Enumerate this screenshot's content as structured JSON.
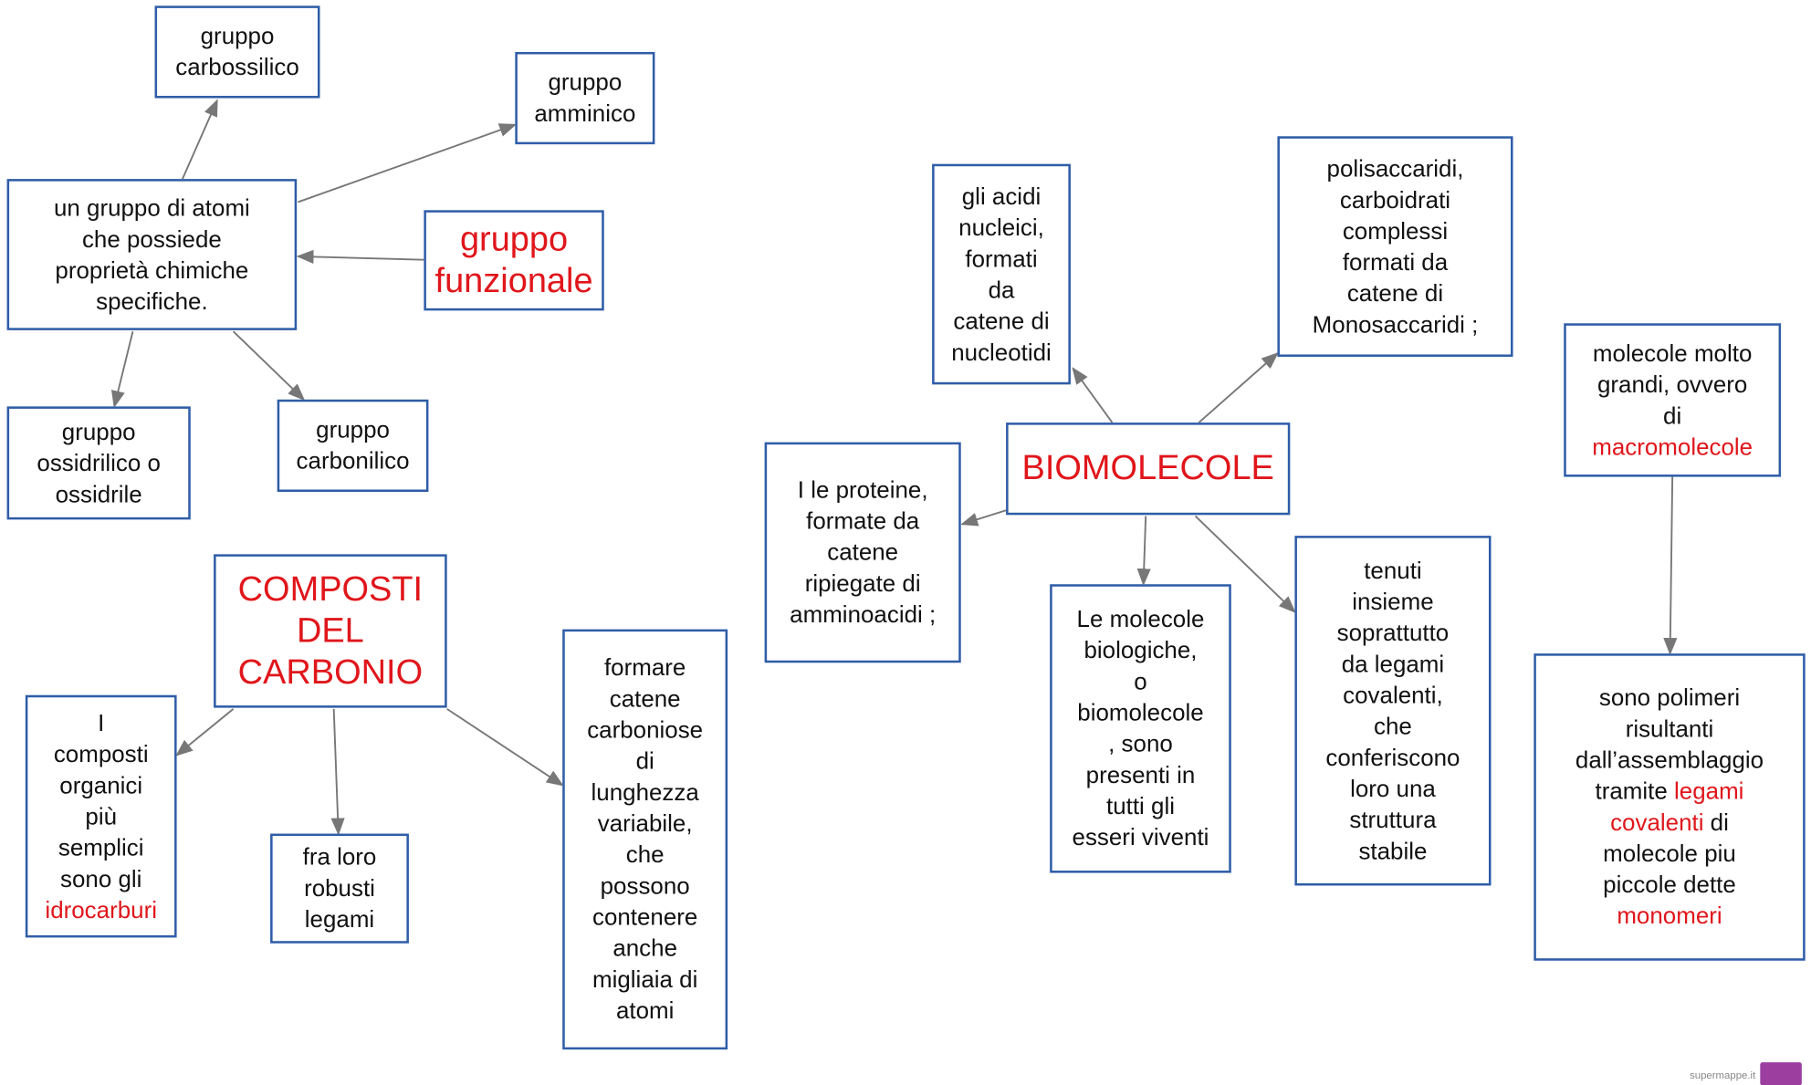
{
  "colors": {
    "border": "#2f5da8",
    "highlight": "#e0161b",
    "arrow": "#777777"
  },
  "boxes": [
    {
      "id": "gruppo-carbossilico",
      "lines": [
        [
          {
            "text": "gruppo"
          }
        ],
        [
          {
            "text": "carbossilico"
          }
        ]
      ]
    },
    {
      "id": "gruppo-amminico",
      "lines": [
        [
          {
            "text": "gruppo"
          }
        ],
        [
          {
            "text": "amminico"
          }
        ]
      ]
    },
    {
      "id": "definizione-gruppo",
      "lines": [
        [
          {
            "text": "un gruppo di atomi"
          }
        ],
        [
          {
            "text": "che possiede"
          }
        ],
        [
          {
            "text": "proprietà chimiche"
          }
        ],
        [
          {
            "text": "specifiche."
          }
        ]
      ]
    },
    {
      "id": "gruppo-funzionale",
      "title": true,
      "lines": [
        [
          {
            "text": "gruppo",
            "hl": true
          }
        ],
        [
          {
            "text": "funzionale",
            "hl": true
          }
        ]
      ]
    },
    {
      "id": "gruppo-ossidrilico",
      "lines": [
        [
          {
            "text": "gruppo"
          }
        ],
        [
          {
            "text": "ossidrilico o"
          }
        ],
        [
          {
            "text": "ossidrile"
          }
        ]
      ]
    },
    {
      "id": "gruppo-carbonilico",
      "lines": [
        [
          {
            "text": "gruppo"
          }
        ],
        [
          {
            "text": "carbonilico"
          }
        ]
      ]
    },
    {
      "id": "composti-del-carbonio",
      "title": true,
      "lines": [
        [
          {
            "text": "COMPOSTI",
            "hl": true
          }
        ],
        [
          {
            "text": "DEL",
            "hl": true
          }
        ],
        [
          {
            "text": "CARBONIO",
            "hl": true
          }
        ]
      ]
    },
    {
      "id": "composti-organici",
      "lines": [
        [
          {
            "text": "I"
          }
        ],
        [
          {
            "text": "composti"
          }
        ],
        [
          {
            "text": "organici"
          }
        ],
        [
          {
            "text": "più"
          }
        ],
        [
          {
            "text": "semplici"
          }
        ],
        [
          {
            "text": "sono gli"
          }
        ],
        [
          {
            "text": "idrocarburi",
            "hl": true
          }
        ]
      ]
    },
    {
      "id": "robusti-legami",
      "lines": [
        [
          {
            "text": "fra loro"
          }
        ],
        [
          {
            "text": "robusti"
          }
        ],
        [
          {
            "text": "legami"
          }
        ]
      ]
    },
    {
      "id": "catene-carboniose",
      "lines": [
        [
          {
            "text": "formare"
          }
        ],
        [
          {
            "text": "catene"
          }
        ],
        [
          {
            "text": "carboniose"
          }
        ],
        [
          {
            "text": "di"
          }
        ],
        [
          {
            "text": "lunghezza"
          }
        ],
        [
          {
            "text": "variabile,"
          }
        ],
        [
          {
            "text": "che"
          }
        ],
        [
          {
            "text": "possono"
          }
        ],
        [
          {
            "text": "contenere"
          }
        ],
        [
          {
            "text": "anche"
          }
        ],
        [
          {
            "text": "migliaia di"
          }
        ],
        [
          {
            "text": "atomi"
          }
        ]
      ]
    },
    {
      "id": "acidi-nucleici",
      "lines": [
        [
          {
            "text": "gli acidi"
          }
        ],
        [
          {
            "text": "nucleici,"
          }
        ],
        [
          {
            "text": "formati"
          }
        ],
        [
          {
            "text": "da"
          }
        ],
        [
          {
            "text": "catene di"
          }
        ],
        [
          {
            "text": "nucleotidi"
          }
        ]
      ]
    },
    {
      "id": "polisaccaridi",
      "lines": [
        [
          {
            "text": "polisaccaridi,"
          }
        ],
        [
          {
            "text": "carboidrati"
          }
        ],
        [
          {
            "text": "complessi"
          }
        ],
        [
          {
            "text": "formati da"
          }
        ],
        [
          {
            "text": "catene di"
          }
        ],
        [
          {
            "text": "Monosaccaridi ;"
          }
        ]
      ]
    },
    {
      "id": "macromolecole",
      "lines": [
        [
          {
            "text": "molecole molto"
          }
        ],
        [
          {
            "text": "grandi, ovvero"
          }
        ],
        [
          {
            "text": "di"
          }
        ],
        [
          {
            "text": "macromolecole",
            "hl": true
          }
        ]
      ]
    },
    {
      "id": "proteine",
      "lines": [
        [
          {
            "text": "I le proteine,"
          }
        ],
        [
          {
            "text": "formate da"
          }
        ],
        [
          {
            "text": "catene"
          }
        ],
        [
          {
            "text": "ripiegate di"
          }
        ],
        [
          {
            "text": "amminoacidi ;"
          }
        ]
      ]
    },
    {
      "id": "biomolecole",
      "title": true,
      "lines": [
        [
          {
            "text": "BIOMOLECOLE",
            "hl": true
          }
        ]
      ]
    },
    {
      "id": "molecole-biologiche",
      "lines": [
        [
          {
            "text": "Le molecole"
          }
        ],
        [
          {
            "text": "biologiche,"
          }
        ],
        [
          {
            "text": "o"
          }
        ],
        [
          {
            "text": "biomolecole"
          }
        ],
        [
          {
            "text": ", sono"
          }
        ],
        [
          {
            "text": "presenti in"
          }
        ],
        [
          {
            "text": "tutti gli"
          }
        ],
        [
          {
            "text": "esseri viventi"
          }
        ]
      ]
    },
    {
      "id": "legami-covalenti",
      "lines": [
        [
          {
            "text": "tenuti"
          }
        ],
        [
          {
            "text": "insieme"
          }
        ],
        [
          {
            "text": "soprattutto"
          }
        ],
        [
          {
            "text": "da legami"
          }
        ],
        [
          {
            "text": "covalenti,"
          }
        ],
        [
          {
            "text": "che"
          }
        ],
        [
          {
            "text": "conferiscono"
          }
        ],
        [
          {
            "text": "loro una"
          }
        ],
        [
          {
            "text": "struttura"
          }
        ],
        [
          {
            "text": "stabile"
          }
        ]
      ]
    },
    {
      "id": "polimeri",
      "lines": [
        [
          {
            "text": "sono polimeri"
          }
        ],
        [
          {
            "text": "risultanti"
          }
        ],
        [
          {
            "text": "dall’assemblaggio"
          }
        ],
        [
          {
            "text": "tramite "
          },
          {
            "text": "legami",
            "hl": true
          }
        ],
        [
          {
            "text": "covalenti",
            "hl": true
          },
          {
            "text": " di"
          }
        ],
        [
          {
            "text": "molecole piu"
          }
        ],
        [
          {
            "text": "piccole dette"
          }
        ],
        [
          {
            "text": "monomeri",
            "hl": true
          }
        ]
      ]
    }
  ],
  "watermark": "supermappe.it"
}
